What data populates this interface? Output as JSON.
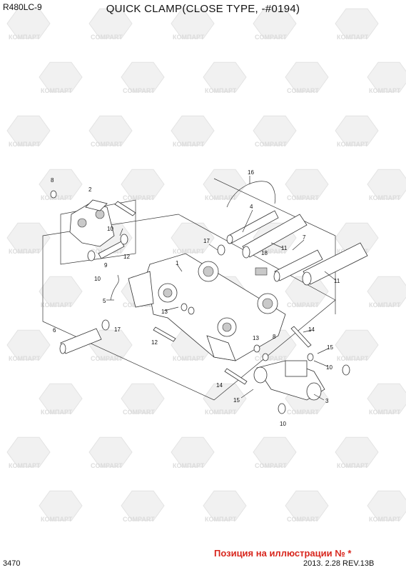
{
  "header": {
    "model": "R480LC-9",
    "title": "QUICK CLAMP(CLOSE TYPE, -#0194)"
  },
  "footer": {
    "page_number": "3470",
    "note": "Позиция на иллюстрации № *",
    "revision": "2013. 2.28  REV.13B"
  },
  "watermark": {
    "text_cyrillic": "КОМПАРТ",
    "text_latin": "COMPART"
  },
  "callouts": [
    {
      "label": "16"
    },
    {
      "label": "8"
    },
    {
      "label": "2"
    },
    {
      "label": "4"
    },
    {
      "label": "10"
    },
    {
      "label": "17"
    },
    {
      "label": "11"
    },
    {
      "label": "7"
    },
    {
      "label": "1"
    },
    {
      "label": "9"
    },
    {
      "label": "12"
    },
    {
      "label": "18"
    },
    {
      "label": "10"
    },
    {
      "label": "11"
    },
    {
      "label": "5"
    },
    {
      "label": "13"
    },
    {
      "label": "6"
    },
    {
      "label": "17"
    },
    {
      "label": "12"
    },
    {
      "label": "14"
    },
    {
      "label": "13"
    },
    {
      "label": "8"
    },
    {
      "label": "15"
    },
    {
      "label": "14"
    },
    {
      "label": "10"
    },
    {
      "label": "15"
    },
    {
      "label": "3"
    },
    {
      "label": "10"
    }
  ]
}
